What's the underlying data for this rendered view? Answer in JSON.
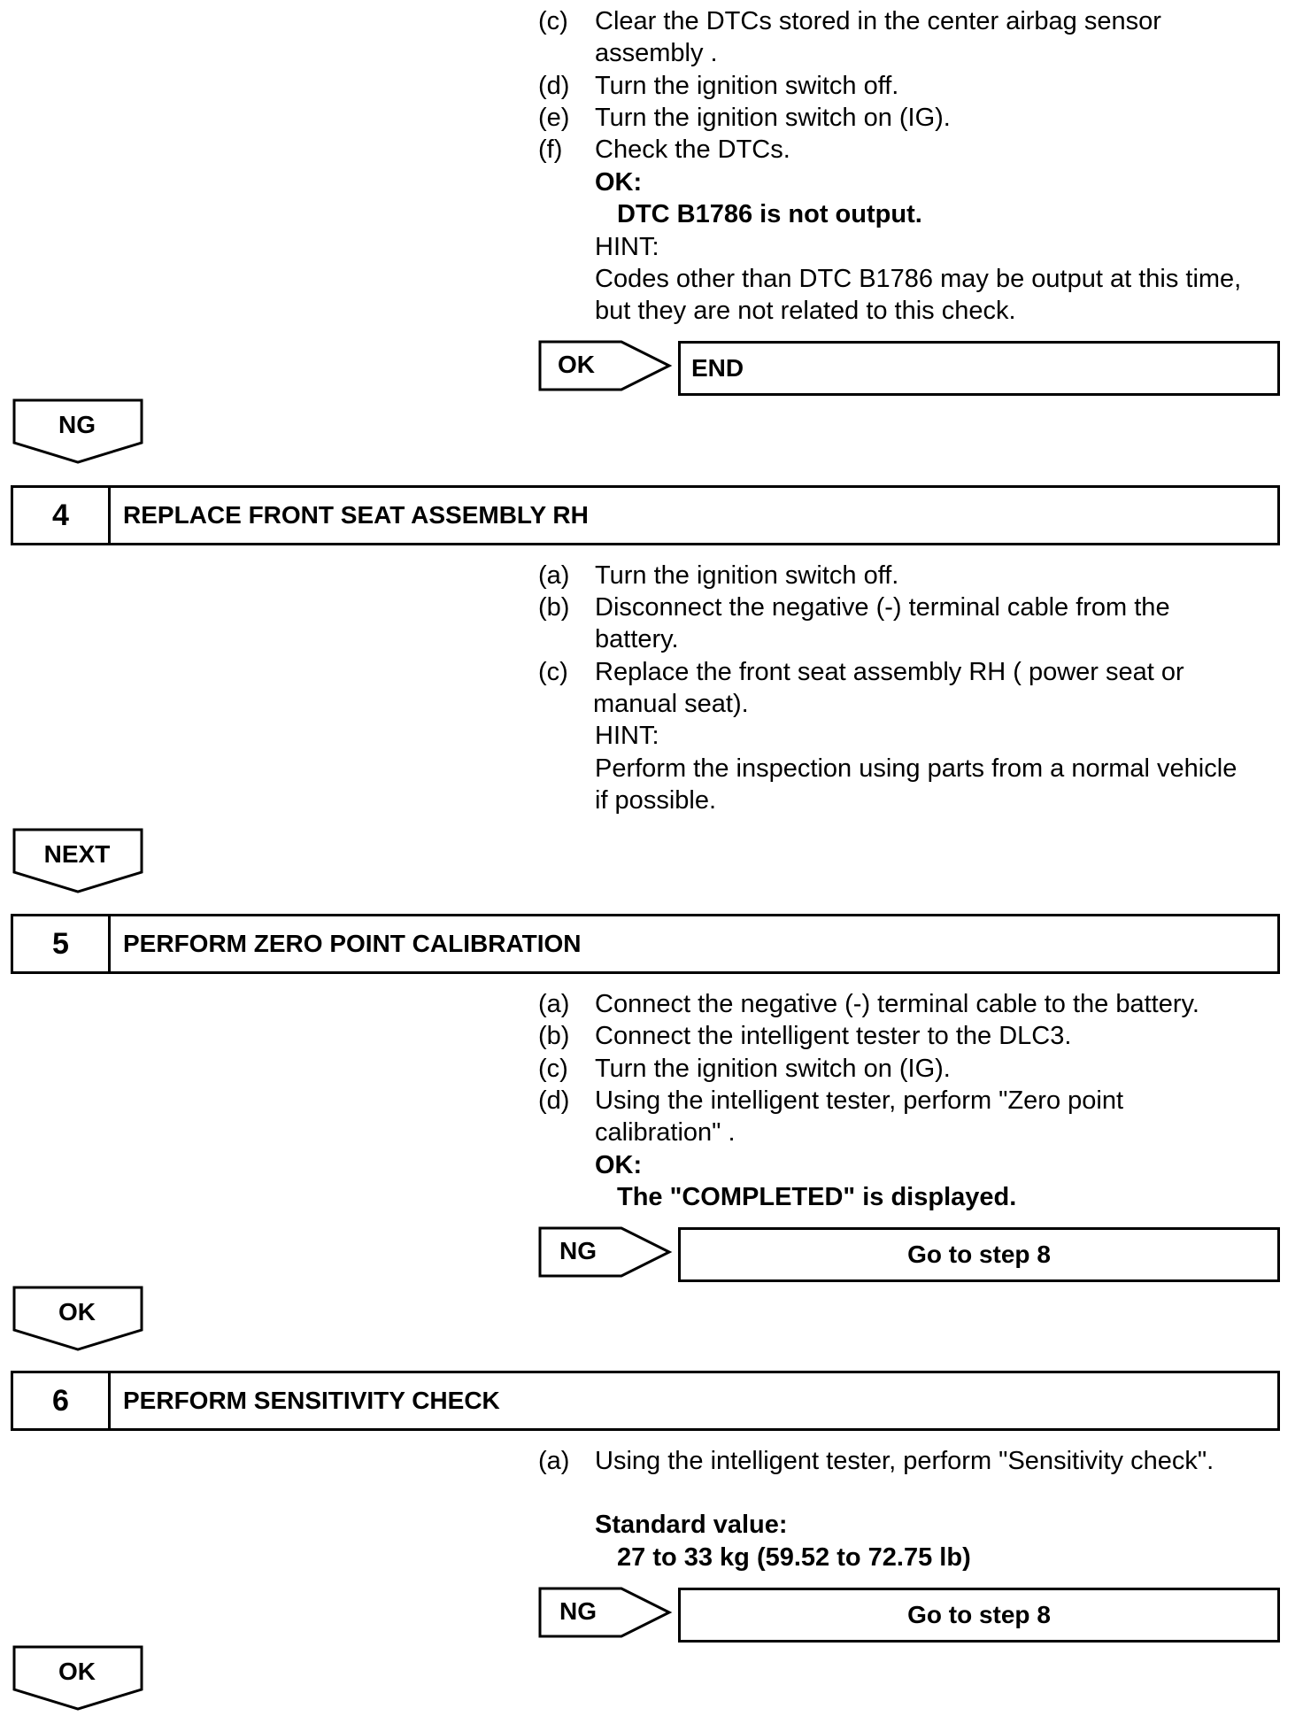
{
  "step3_tail": {
    "items": [
      {
        "marker": "(c)",
        "lines": [
          "Clear the DTCs stored in the center airbag sensor",
          "assembly ."
        ]
      },
      {
        "marker": "(d)",
        "lines": [
          "Turn the ignition switch off."
        ]
      },
      {
        "marker": "(e)",
        "lines": [
          "Turn the ignition switch on (IG)."
        ]
      },
      {
        "marker": "(f)",
        "lines": [
          "Check the DTCs."
        ]
      }
    ],
    "ok_label": "OK:",
    "ok_value": "DTC B1786 is not output.",
    "hint_label": "HINT:",
    "hint_lines": [
      "Codes other than DTC B1786 may be output at this time,",
      "but they are not related to this check."
    ],
    "result": {
      "arrow_label": "OK",
      "box_text": "END"
    },
    "down_label": "NG"
  },
  "step4": {
    "number": "4",
    "title": "REPLACE FRONT SEAT ASSEMBLY RH",
    "items": [
      {
        "marker": "(a)",
        "lines": [
          "Turn the ignition switch off."
        ]
      },
      {
        "marker": "(b)",
        "lines": [
          "Disconnect the negative (-) terminal cable from the",
          "battery."
        ]
      },
      {
        "marker": "(c)",
        "lines": [
          "Replace the front seat assembly RH ( power seat or",
          "manual seat)."
        ]
      }
    ],
    "hint_label": "HINT:",
    "hint_lines": [
      "Perform the inspection using parts from a normal vehicle",
      "if possible."
    ],
    "down_label": "NEXT"
  },
  "step5": {
    "number": "5",
    "title": "PERFORM ZERO POINT CALIBRATION",
    "items": [
      {
        "marker": "(a)",
        "lines": [
          "Connect the negative (-) terminal cable to the battery."
        ]
      },
      {
        "marker": "(b)",
        "lines": [
          "Connect the intelligent tester to the DLC3."
        ]
      },
      {
        "marker": "(c)",
        "lines": [
          "Turn the ignition switch on (IG)."
        ]
      },
      {
        "marker": "(d)",
        "lines": [
          "Using the intelligent tester, perform \"Zero point",
          "calibration\" ."
        ]
      }
    ],
    "ok_label": "OK:",
    "ok_value": "The \"COMPLETED\" is displayed.",
    "result": {
      "arrow_label": "NG",
      "box_text": "Go to step 8"
    },
    "down_label": "OK"
  },
  "step6": {
    "number": "6",
    "title": "PERFORM SENSITIVITY CHECK",
    "items": [
      {
        "marker": "(a)",
        "lines": [
          "Using the intelligent tester, perform \"Sensitivity check\"."
        ]
      }
    ],
    "std_label": "Standard value:",
    "std_value": "27 to 33 kg (59.52 to 72.75 lb)",
    "result": {
      "arrow_label": "NG",
      "box_text": "Go to step 8"
    },
    "down_label": "OK"
  }
}
